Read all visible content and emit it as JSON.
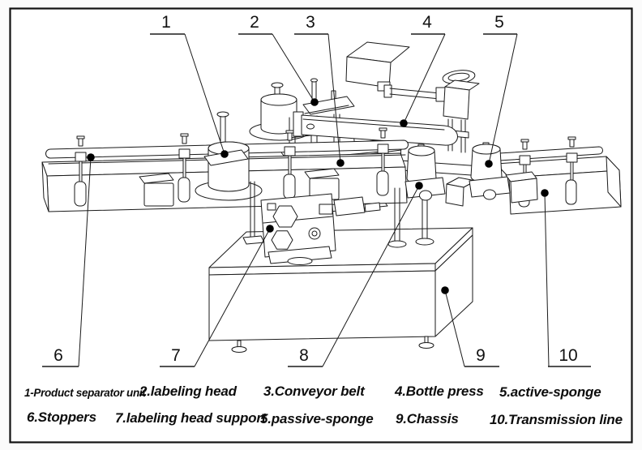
{
  "figure": {
    "type": "technical-diagram",
    "subject": "automatic labeling machine exploded callout drawing",
    "colors": {
      "line": "#1a1a1a",
      "dot": "#000000",
      "background": "#fbfbfb"
    }
  },
  "callouts": [
    {
      "label": "1"
    },
    {
      "label": "2"
    },
    {
      "label": "3"
    },
    {
      "label": "4"
    },
    {
      "label": "5"
    },
    {
      "label": "6"
    },
    {
      "label": "7"
    },
    {
      "label": "8"
    },
    {
      "label": "9"
    },
    {
      "label": "10"
    }
  ],
  "legend": {
    "row1": [
      "1-Product separator unit",
      "2.labeling head",
      "3.Conveyor belt",
      "4.Bottle press",
      "5.active-sponge"
    ],
    "row2": [
      "6.Stoppers",
      "7.labeling head support",
      "5.passive-sponge",
      "9.Chassis",
      "10.Transmission line"
    ]
  }
}
